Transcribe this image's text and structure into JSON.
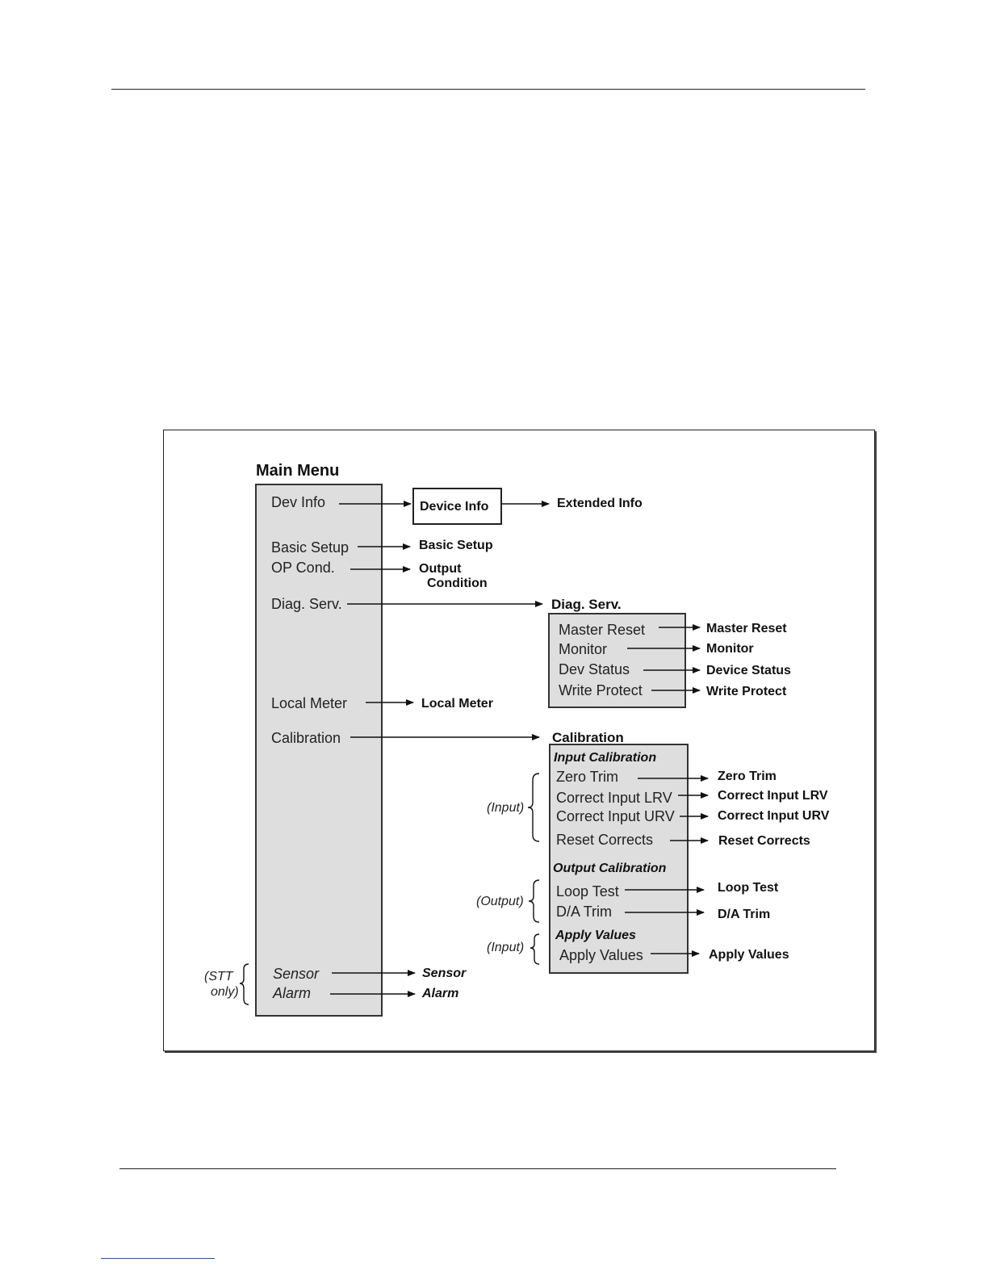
{
  "main_menu": {
    "title": "Main Menu",
    "items": {
      "dev_info": "Dev Info",
      "basic_setup": "Basic Setup",
      "op_cond": "OP Cond.",
      "diag_serv": "Diag. Serv.",
      "local_meter": "Local Meter",
      "calibration": "Calibration",
      "sensor": "Sensor",
      "alarm": "Alarm"
    },
    "stt_note_line1": "(STT",
    "stt_note_line2": "only)"
  },
  "device_info": {
    "box_label": "Device Info",
    "extended_info": "Extended Info"
  },
  "targets": {
    "basic_setup": "Basic Setup",
    "output_condition_line1": "Output",
    "output_condition_line2": "Condition",
    "local_meter": "Local Meter",
    "sensor": "Sensor",
    "alarm": "Alarm"
  },
  "diag_serv": {
    "title": "Diag. Serv.",
    "items": [
      "Master Reset",
      "Monitor",
      "Dev Status",
      "Write Protect"
    ],
    "targets": [
      "Master Reset",
      "Monitor",
      "Device Status",
      "Write Protect"
    ]
  },
  "calibration": {
    "title": "Calibration",
    "input_section": "Input Calibration",
    "input_items": [
      "Zero Trim",
      "Correct Input LRV",
      "Correct Input URV",
      "Reset Corrects"
    ],
    "input_targets": [
      "Zero Trim",
      "Correct Input LRV",
      "Correct Input URV",
      "Reset Corrects"
    ],
    "output_section": "Output Calibration",
    "output_items": [
      "Loop Test",
      "D/A Trim"
    ],
    "output_targets": [
      "Loop Test",
      "D/A Trim"
    ],
    "apply_section": "Apply Values",
    "apply_item": "Apply Values",
    "apply_target": "Apply Values",
    "brace_input": "(Input)",
    "brace_output": "(Output)",
    "brace_apply": "(Input)"
  },
  "colors": {
    "box_fill": "#dedede",
    "border": "#333333",
    "link_rule": "#2a4ad0"
  }
}
